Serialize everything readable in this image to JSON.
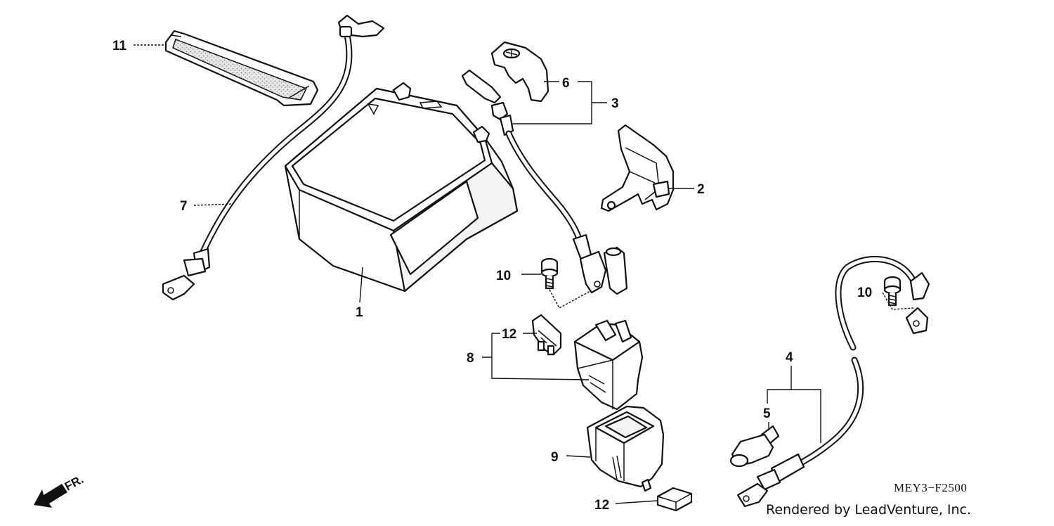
{
  "diagram": {
    "code": "MEY3−F2500",
    "credit": "Rendered by LeadVenture, Inc.",
    "direction_label": "FR."
  },
  "callouts": [
    {
      "id": "c1",
      "label": "1"
    },
    {
      "id": "c2",
      "label": "2"
    },
    {
      "id": "c3",
      "label": "3"
    },
    {
      "id": "c4",
      "label": "4"
    },
    {
      "id": "c5",
      "label": "5"
    },
    {
      "id": "c6",
      "label": "6"
    },
    {
      "id": "c7",
      "label": "7"
    },
    {
      "id": "c8",
      "label": "8"
    },
    {
      "id": "c9",
      "label": "9"
    },
    {
      "id": "c10a",
      "label": "10"
    },
    {
      "id": "c10b",
      "label": "10"
    },
    {
      "id": "c11",
      "label": "11"
    },
    {
      "id": "c12a",
      "label": "12"
    },
    {
      "id": "c12b",
      "label": "12"
    }
  ]
}
